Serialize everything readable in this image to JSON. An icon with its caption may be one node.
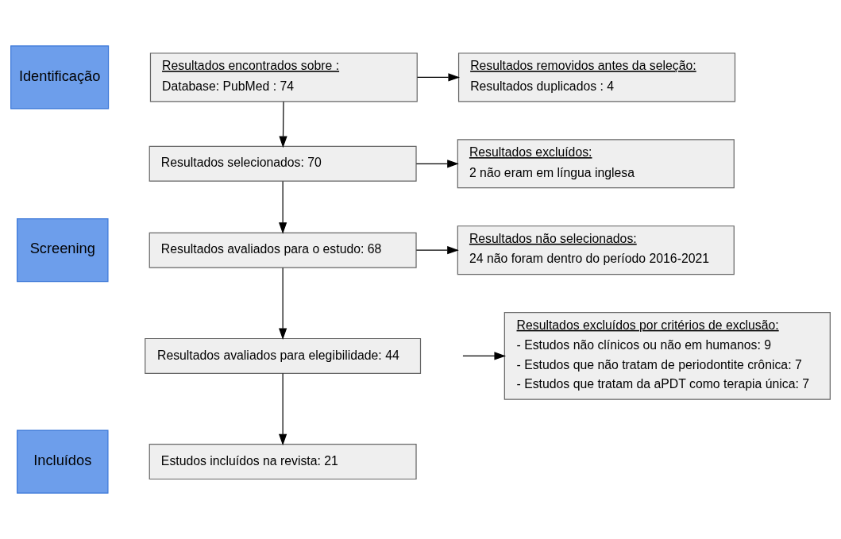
{
  "diagram": {
    "nodes": [
      {
        "text": [
          "Identificação"
        ]
      },
      {
        "text": [
          "Resultados encontrados sobre :",
          "Database: PubMed : 74"
        ]
      },
      {
        "text": [
          "Resultados removidos antes da seleção:",
          "Resultados duplicados : 4"
        ]
      },
      {
        "text": [
          "Screening"
        ]
      },
      {
        "text": [
          "Resultados selecionados: 70"
        ]
      },
      {
        "text": [
          "Resultados excluídos:",
          "2 não eram em língua inglesa"
        ]
      },
      {
        "text": [
          "Resultados avaliados para o estudo: 68"
        ]
      },
      {
        "text": [
          "Resultados não selecionados:",
          "24 não foram dentro do período 2016-2021"
        ]
      },
      {
        "text": [
          "Resultados avaliados para elegibilidade: 44"
        ]
      },
      {
        "text": [
          "Resultados excluídos por critérios de exclusão:",
          "- Estudos não clínicos ou não em humanos: 9",
          "- Estudos que não tratam de periodontite crônica: 7",
          "- Estudos que tratam da aPDT como terapia única: 7"
        ]
      },
      {
        "text": [
          "Incluídos"
        ]
      },
      {
        "text": [
          "Estudos incluídos na revista: 21"
        ]
      }
    ],
    "edges": [
      {
        "from": 1,
        "to": 2,
        "arrow": "to"
      },
      {
        "from": 1,
        "to": 4,
        "arrow": "to"
      },
      {
        "from": 4,
        "to": 5,
        "arrow": "to"
      },
      {
        "from": 4,
        "to": 6,
        "arrow": "to"
      },
      {
        "from": 6,
        "to": 7,
        "arrow": "to"
      },
      {
        "from": 6,
        "to": 8,
        "arrow": "to"
      },
      {
        "from": null,
        "to": 9,
        "arrow": "to"
      },
      {
        "from": 8,
        "to": 11,
        "arrow": "to"
      }
    ]
  }
}
